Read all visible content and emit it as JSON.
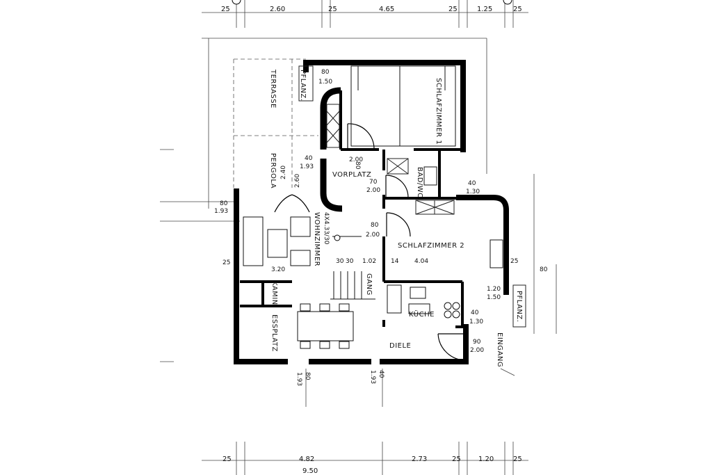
{
  "rooms": {
    "terrasse": "TERRASSE",
    "pflanz_top": "PFLANZ.",
    "schlafzimmer1": "SCHLAFZIMMER 1",
    "pergola": "PERGOLA",
    "vorplatz": "VORPLATZ",
    "bad_wc": "BAD/WC",
    "wohnzimmer": "WOHNZIMMER",
    "wohnzimmer_area": "4X4.33/30",
    "schlafzimmer2": "SCHLAFZIMMER 2",
    "gang": "GANG",
    "kamin": "KAMIN",
    "kueche": "KÜCHE",
    "pflanz_right": "PFLANZ.",
    "essplatz": "ESSPLATZ",
    "diele": "DIELE",
    "eingang": "EINGANG"
  },
  "dims_top": [
    "25",
    "2.60",
    "25",
    "4.65",
    "25",
    "1.25",
    "25"
  ],
  "dims_bottom": [
    "25",
    "4.82",
    "2.73",
    "25",
    "1.20",
    "25"
  ],
  "dim_total": "9.50",
  "openings": {
    "pflanz_top": {
      "w": "80",
      "h": "1.50"
    },
    "pergola_win": {
      "w": "40",
      "h": "1.93"
    },
    "vorplatz_door": {
      "w": "80",
      "h": "2.00"
    },
    "bad_door": {
      "w": "70",
      "h": "2.00"
    },
    "bad_win": {
      "w": "40",
      "h": "1.30"
    },
    "pergola_w1": "2.40",
    "pergola_w2": "2.60",
    "left_win": {
      "w": "80",
      "h": "1.93"
    },
    "sz2_door": {
      "w": "80",
      "h": "2.00"
    },
    "sz2_right": {
      "w": "25",
      "h": "80"
    },
    "kue_win": {
      "w": "1.20",
      "h": "1.50"
    },
    "kue_vent": {
      "w": "40",
      "h": "1.30"
    },
    "entry_door": {
      "w": "90",
      "h": "2.00"
    },
    "bottom_l": {
      "w": "1.93",
      "h": "80"
    },
    "bottom_r": {
      "w": "1.93",
      "h": "40"
    }
  },
  "interior": {
    "left_25": "25",
    "wz_320": "3.20",
    "wz_30a": "30",
    "wz_30b": "30",
    "wz_102": "1.02",
    "sz2_14": "14",
    "sz2_404": "4.04"
  }
}
